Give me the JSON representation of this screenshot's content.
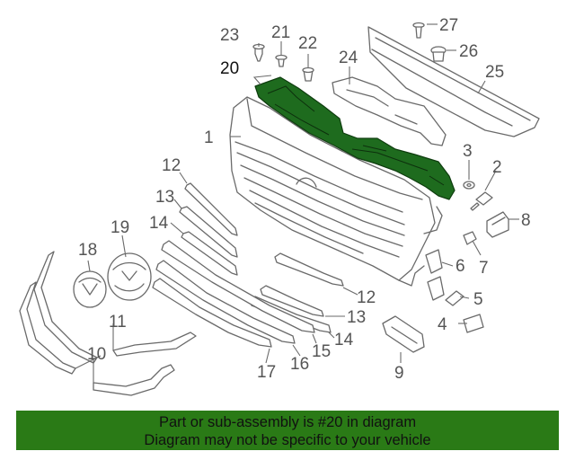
{
  "callouts": {
    "c1": "1",
    "c2": "2",
    "c3": "3",
    "c4": "4",
    "c5": "5",
    "c6": "6",
    "c7": "7",
    "c8": "8",
    "c9": "9",
    "c10": "10",
    "c11": "11",
    "c12a": "12",
    "c12b": "12",
    "c13a": "13",
    "c13b": "13",
    "c14a": "14",
    "c14b": "14",
    "c15": "15",
    "c16": "16",
    "c17": "17",
    "c18": "18",
    "c19": "19",
    "c20": "20",
    "c21": "21",
    "c22": "22",
    "c23": "23",
    "c24": "24",
    "c25": "25",
    "c26": "26",
    "c27": "27"
  },
  "banner": {
    "line1": "Part or sub-assembly is #20 in diagram",
    "line2": "Diagram may not be specific to your vehicle"
  },
  "colors": {
    "highlight": "#1e6b1e",
    "banner_background": "#2a7a16",
    "line_art": "#6a6a6a"
  }
}
